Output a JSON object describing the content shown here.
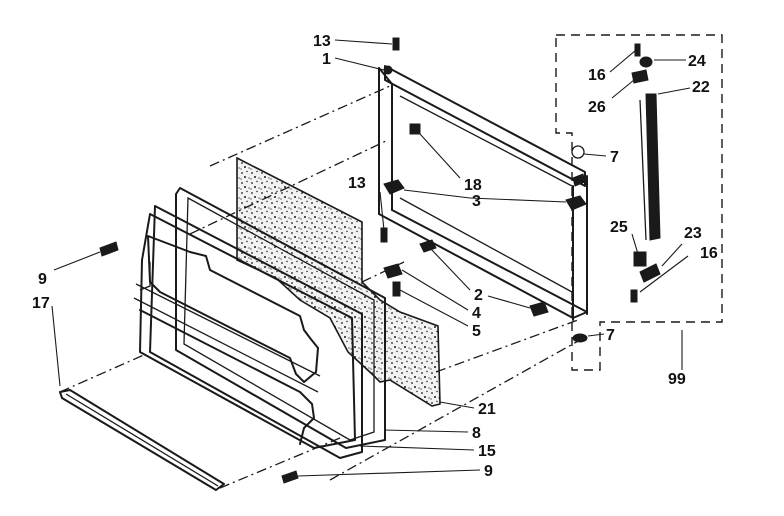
{
  "diagram": {
    "colors": {
      "ink": "#1a1a1a",
      "background": "#ffffff",
      "insulation": "#e9e9e9"
    },
    "callouts": [
      {
        "id": "c13a",
        "label": "13"
      },
      {
        "id": "c1",
        "label": "1"
      },
      {
        "id": "c16a",
        "label": "16"
      },
      {
        "id": "c24",
        "label": "24"
      },
      {
        "id": "c22",
        "label": "22"
      },
      {
        "id": "c26",
        "label": "26"
      },
      {
        "id": "c7a",
        "label": "7"
      },
      {
        "id": "c18",
        "label": "18"
      },
      {
        "id": "c13b",
        "label": "13"
      },
      {
        "id": "c3",
        "label": "3"
      },
      {
        "id": "c25",
        "label": "25"
      },
      {
        "id": "c23",
        "label": "23"
      },
      {
        "id": "c16b",
        "label": "16"
      },
      {
        "id": "c9a",
        "label": "9"
      },
      {
        "id": "c17",
        "label": "17"
      },
      {
        "id": "c2",
        "label": "2"
      },
      {
        "id": "c4",
        "label": "4"
      },
      {
        "id": "c5",
        "label": "5"
      },
      {
        "id": "c7b",
        "label": "7"
      },
      {
        "id": "c99",
        "label": "99"
      },
      {
        "id": "c21",
        "label": "21"
      },
      {
        "id": "c8",
        "label": "8"
      },
      {
        "id": "c15",
        "label": "15"
      },
      {
        "id": "c9b",
        "label": "9"
      }
    ]
  }
}
